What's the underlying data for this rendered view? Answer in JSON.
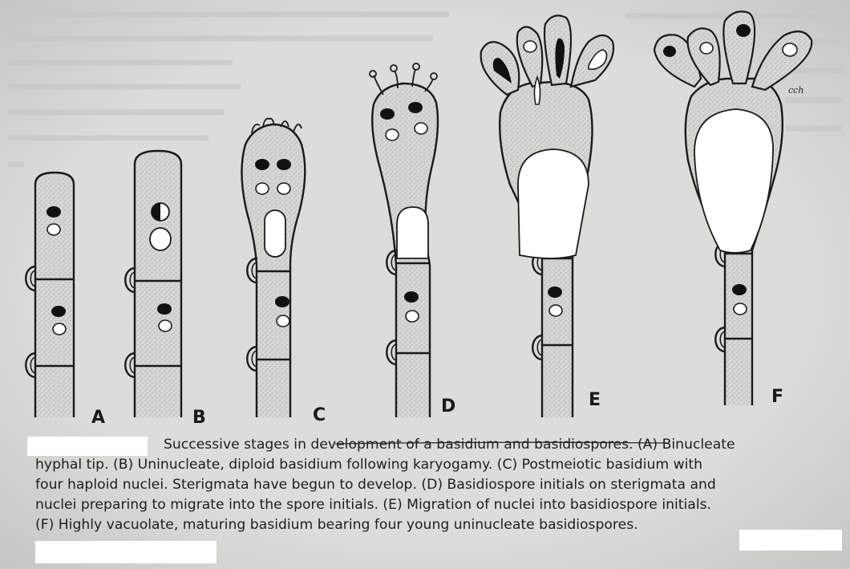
{
  "figure": {
    "panel_labels": [
      "A",
      "B",
      "C",
      "D",
      "E",
      "F"
    ],
    "handwritten_note": "cch",
    "caption": {
      "line1_pre": "Successive stages in de",
      "line1_underlined": "velopment of a basidium and basidiospores",
      "line1_post": ". (A) Binucleate",
      "line2": "hyphal tip. (B) Uninucleate, diploid basidium following karyogamy. (C) Postmeiotic basidium with",
      "line3": "four haploid nuclei. Sterigmata have begun to develop. (D) Basidiospore initials on sterigmata and",
      "line4": "nuclei preparing to migrate into the spore initials. (E) Migration of nuclei into basidiospore initials.",
      "line5": "(F) Highly vacuolate, maturing basidium bearing four young uninucleate basidiospores."
    }
  },
  "colors": {
    "paper": "#dcdcd8",
    "ink": "#1a1a1a",
    "cell_fill": "#d9d9d5"
  }
}
